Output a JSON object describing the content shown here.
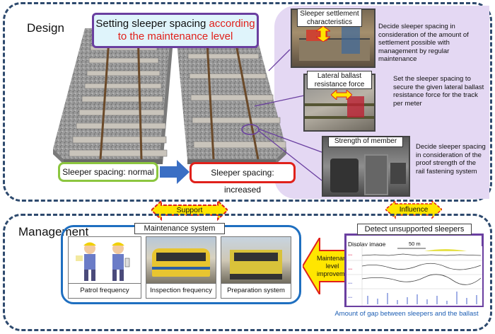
{
  "design": {
    "section_label": "Design",
    "title_line1": "Setting sleeper spacing ",
    "title_red1": "according",
    "title_red2": "to the maintenance level",
    "normal_label": "Sleeper spacing: normal",
    "increased_label": "Sleeper spacing: increased",
    "factors": [
      {
        "label": "Sleeper settlement characteristics",
        "text": "Decide sleeper spacing in consideration of the amount of settlement possible with management by regular maintenance"
      },
      {
        "label": "Lateral ballast resistance force",
        "text": "Set the sleeper spacing to secure the given lateral ballast resistance force for the track per meter"
      },
      {
        "label": "Strength of member",
        "text": "Decide sleeper spacing in consideration of the proof strength of the rail fastening system"
      }
    ]
  },
  "links": {
    "support": "Support",
    "influence": "Influence"
  },
  "management": {
    "section_label": "Management",
    "system_title": "Maintenance system",
    "items": [
      "Patrol frequency",
      "Inspection frequency",
      "Preparation system"
    ],
    "improvement_arrow": "Maintenance level improvement",
    "detect_title": "Detect  unsupported sleepers",
    "display_image": "Display image",
    "scale_label": "50 m",
    "caption": "Amount of gap between sleepers and the ballast"
  },
  "colors": {
    "frame": "#2e4a6e",
    "purple": "#6a3fa0",
    "panel": "#e4d8f3",
    "green_box": "#8cc63f",
    "red_box": "#e0211b",
    "blue_arrow": "#3b6fc4",
    "yellow_arrow": "#ffe600",
    "caption_blue": "#1e5fb4",
    "maint_border": "#1f6fc0"
  },
  "icons": [
    "up-down-arrow-icon",
    "left-right-arrow-icon",
    "right-arrow-icon",
    "left-arrow-icon"
  ]
}
